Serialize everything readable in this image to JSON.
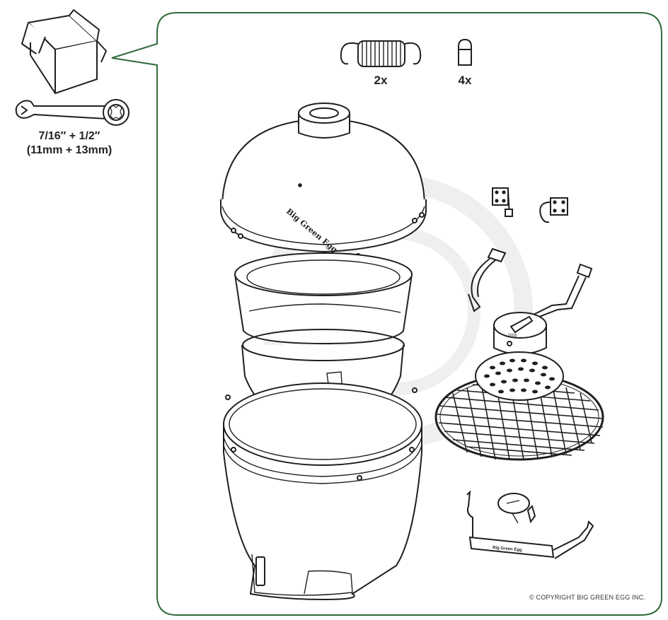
{
  "tools": {
    "wrench_sizes_line1": "7/16″ + 1/2″",
    "wrench_sizes_line2": "(11mm + 13mm)"
  },
  "parts": {
    "springs_qty": "2x",
    "bolts_qty": "4x"
  },
  "logo": {
    "dome_logo": "Big Green Egg",
    "handle_logo": "Big Green Egg"
  },
  "footer": {
    "copyright": "© COPYRIGHT BIG GREEN EGG INC."
  },
  "colors": {
    "frame_green": "#2f6b3a",
    "line": "#1f1f1f",
    "watermark": "#ececec"
  }
}
